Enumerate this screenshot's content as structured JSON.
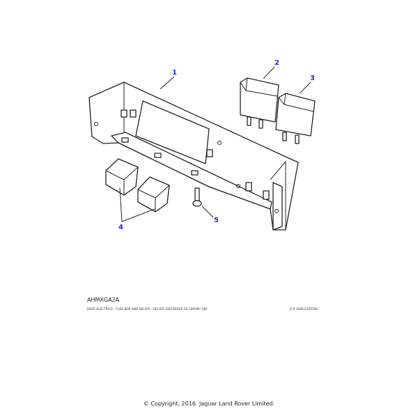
{
  "diagram": {
    "callouts": [
      "1",
      "2",
      "3",
      "4",
      "5"
    ],
    "illustration_code": "AHMXGA2A",
    "description": "BODY ELECTRICS - FUSE BOX AND RELAYS - RELAYS  (DEFENDER 90 1995MY ON)",
    "publisher": "D.P. PUBLICATIONS",
    "callout_color": "#1a2bff"
  },
  "footer": {
    "copyright": "© Copyright, 2016. Jaguar Land Rover Limited."
  }
}
